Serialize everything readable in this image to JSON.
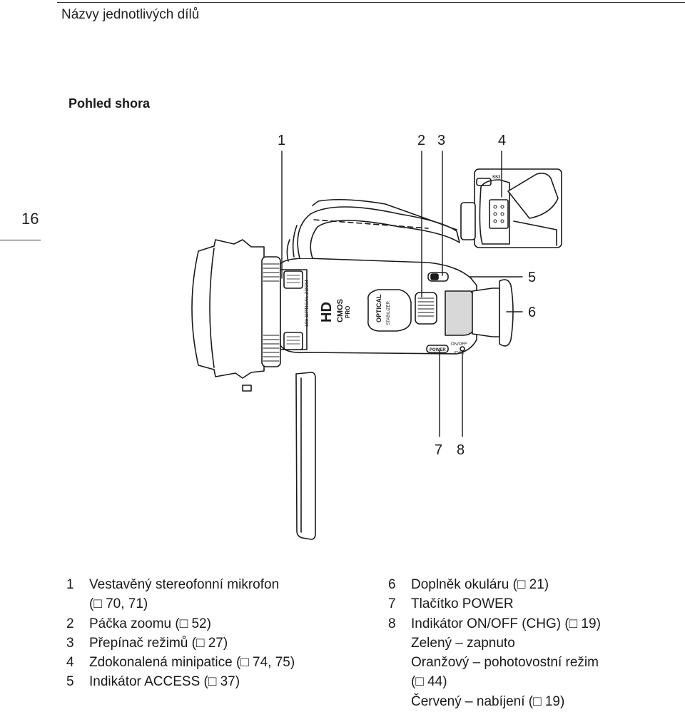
{
  "header": {
    "title": "Názvy jednotlivých dílů"
  },
  "page_number": "16",
  "section_title": "Pohled shora",
  "figure": {
    "callouts": [
      "1",
      "2",
      "3",
      "4",
      "5",
      "6",
      "7",
      "8"
    ],
    "printed_labels": {
      "hd": "HD",
      "cmos": "CMOS",
      "pro": "PRO",
      "zoom": "10x OPTICAL ZOOM",
      "optical": "OPTICAL",
      "stabilizer": "STABILIZER",
      "power": "POWER",
      "onoff": "ON/OFF",
      "chg": "(CHG)",
      "ss": "SS3"
    }
  },
  "legend_left": [
    {
      "num": "1",
      "text": "Vestavěný stereofonní mikrofon",
      "cont": "(□ 70, 71)"
    },
    {
      "num": "2",
      "text": "Páčka zoomu (□ 52)"
    },
    {
      "num": "3",
      "text": "Přepínač režimů (□ 27)"
    },
    {
      "num": "4",
      "text": "Zdokonalená minipatice (□ 74, 75)"
    },
    {
      "num": "5",
      "text": "Indikátor ACCESS (□ 37)"
    }
  ],
  "legend_right": [
    {
      "num": "6",
      "text": "Doplněk okuláru (□ 21)"
    },
    {
      "num": "7",
      "text": "Tlačítko POWER"
    },
    {
      "num": "8",
      "text": "Indikátor ON/OFF (CHG) (□ 19)"
    },
    {
      "cont": "Zelený – zapnuto"
    },
    {
      "cont": "Oranžový – pohotovostní režim"
    },
    {
      "cont": "(□ 44)"
    },
    {
      "cont": "Červený – nabíjení (□ 19)"
    }
  ]
}
